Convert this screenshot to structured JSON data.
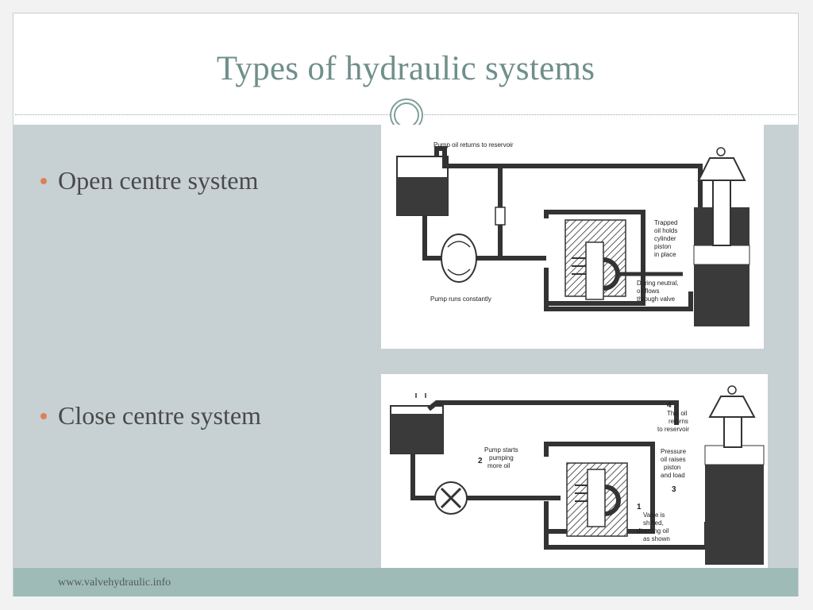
{
  "slide": {
    "title": "Types of hydraulic systems",
    "footer": "www.valvehydraulic.info"
  },
  "bullets": [
    {
      "text": "Open centre system"
    },
    {
      "text": "Close centre system"
    }
  ],
  "diagram_open": {
    "label_top": "Pump oil returns to reservoir",
    "label_pump": "Pump runs constantly",
    "label_trapped": [
      "Trapped",
      "oil holds",
      "cylinder",
      "piston",
      "in place"
    ],
    "label_neutral": [
      "During neutral,",
      "oil flows",
      "through valve"
    ]
  },
  "diagram_closed": {
    "label_pump": [
      "Pump starts",
      "pumping",
      "more oil"
    ],
    "num_pump": "2",
    "label_returns": [
      "This oil",
      "returns",
      "to reservoir"
    ],
    "num_returns": "4",
    "label_pressure": [
      "Pressure",
      "oil raises",
      "piston",
      "and load"
    ],
    "num_pressure": "3",
    "label_valve": [
      "Valve is",
      "shifted,",
      "directing oil",
      "as shown"
    ],
    "num_valve": "1"
  },
  "colors": {
    "title": "#6f8f8a",
    "content_bg": "#c7d1d4",
    "footer_band": "#9fbbb7",
    "bullet_dot": "#e07f57",
    "line_dark": "#333333"
  }
}
